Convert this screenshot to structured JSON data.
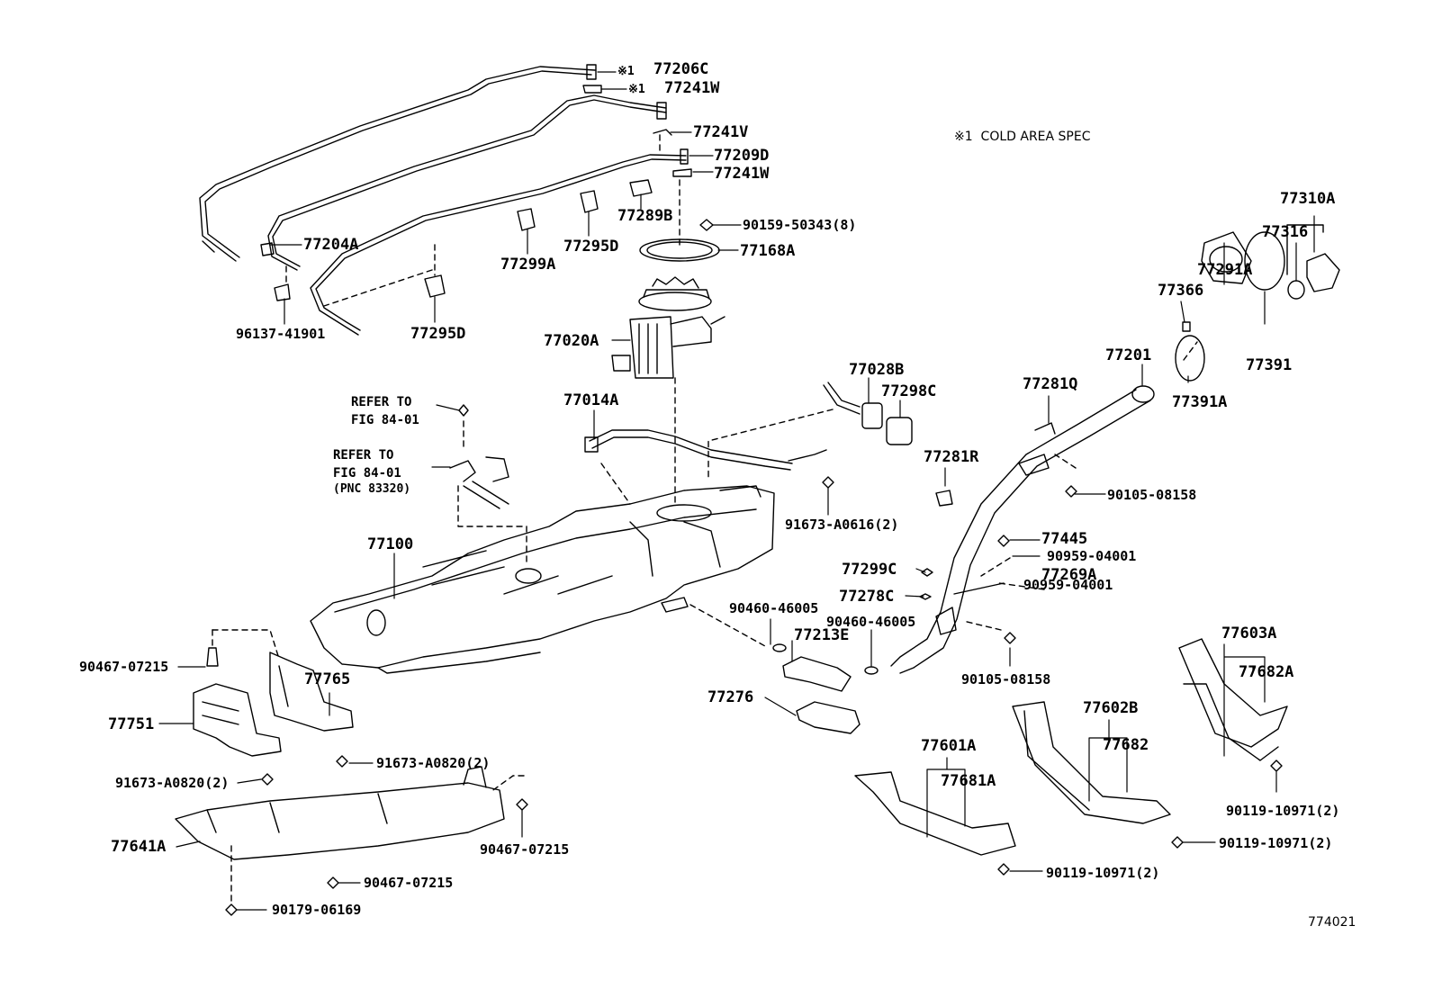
{
  "note": {
    "mark": "※1",
    "text": "COLD AREA SPEC"
  },
  "drawing_number": "774021",
  "refs": {
    "r1_line1": "REFER TO",
    "r1_line2": "FIG 84-01",
    "r2_line1": "REFER TO",
    "r2_line2": "FIG 84-01",
    "r2_line3": "(PNC 83320)"
  },
  "labels": {
    "p77206C": "77206C",
    "m1a": "※1",
    "p77241W_a": "77241W",
    "m1b": "※1",
    "p77241V": "77241V",
    "p77209D": "77209D",
    "p77241W_b": "77241W",
    "p77289B": "77289B",
    "p90159": "90159-50343(8)",
    "p77204A": "77204A",
    "p77299A": "77299A",
    "p77295D_a": "77295D",
    "p77168A": "77168A",
    "p96137": "96137-41901",
    "p77295D_b": "77295D",
    "p77020A": "77020A",
    "p77014A": "77014A",
    "p77028B": "77028B",
    "p77298C": "77298C",
    "p77281Q": "77281Q",
    "p77201": "77201",
    "p77391A": "77391A",
    "p77366": "77366",
    "p77291A": "77291A",
    "p77316": "77316",
    "p77310A": "77310A",
    "p77391": "77391",
    "p90105_a": "90105-08158",
    "p77281R": "77281R",
    "p91673_a": "91673-A0616(2)",
    "p77100": "77100",
    "p77445": "77445",
    "p90959_a": "90959-04001",
    "p77299C": "77299C",
    "p77269A": "77269A",
    "p90959_b": "90959-04001",
    "p77278C": "77278C",
    "p90460_a": "90460-46005",
    "p90460_b": "90460-46005",
    "p77213E": "77213E",
    "p90105_b": "90105-08158",
    "p77603A": "77603A",
    "p77682A": "77682A",
    "p90467_a": "90467-07215",
    "p77765": "77765",
    "p77276": "77276",
    "p77751": "77751",
    "p77602B": "77602B",
    "p77682": "77682",
    "p77601A": "77601A",
    "p77681A": "77681A",
    "p91673_b": "91673-A0820(2)",
    "p91673_c": "91673-A0820(2)",
    "p90119_a": "90119-10971(2)",
    "p90119_b": "90119-10971(2)",
    "p90119_c": "90119-10971(2)",
    "p77641A": "77641A",
    "p90467_b": "90467-07215",
    "p90467_c": "90467-07215",
    "p90179": "90179-06169"
  }
}
